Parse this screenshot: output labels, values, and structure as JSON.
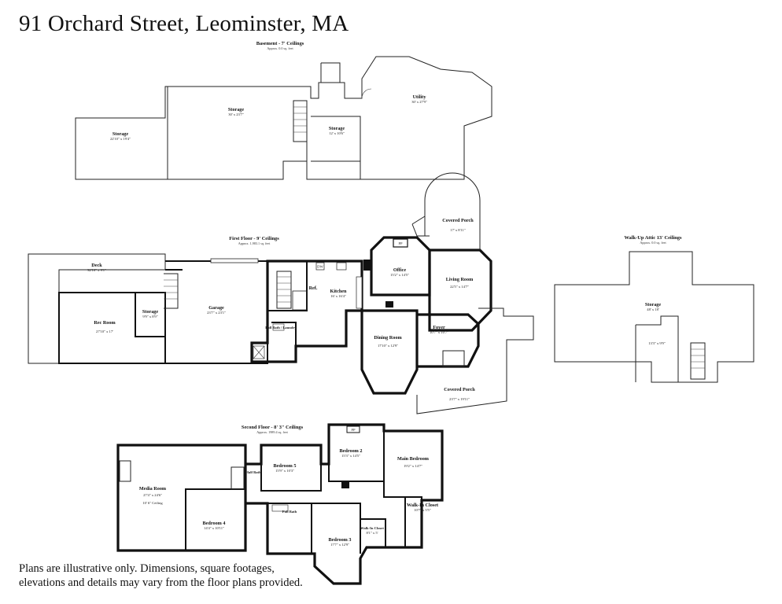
{
  "title": "91 Orchard Street, Leominster, MA",
  "disclaimer": "Plans are illustrative only. Dimensions, square footages, elevations and details may vary from the floor plans provided.",
  "floors": {
    "basement": {
      "heading": "Basement - 7' Ceilings",
      "area": "Approx. 0.0 sq. feet",
      "rooms": [
        {
          "name": "Storage",
          "dims": "22'10\" x 19'4\""
        },
        {
          "name": "Storage",
          "dims": "30' x 23'7\""
        },
        {
          "name": "Storage",
          "dims": "12' x 10'6\""
        },
        {
          "name": "Utility",
          "dims": "30' x 27'9\""
        }
      ]
    },
    "first": {
      "heading": "First Floor - 9' Ceilings",
      "area": "Approx. 1,983.1 sq. feet",
      "rooms": [
        {
          "name": "Deck",
          "dims": "32'10\" x 9'1\""
        },
        {
          "name": "Rec Room",
          "dims": "27'10\" x 17'"
        },
        {
          "name": "Storage",
          "dims": "9'9\" x 8'9\""
        },
        {
          "name": "Garage",
          "dims": "23'7\" x 23'1\""
        },
        {
          "name": "Ref.",
          "dims": ""
        },
        {
          "name": "Kitchen",
          "dims": "16' x 16'4\""
        },
        {
          "name": "Full Bath / Laundry",
          "dims": ""
        },
        {
          "name": "Office",
          "dims": "15'2\" x 14'5\""
        },
        {
          "name": "Living Room",
          "dims": "22'5\" x 14'7\""
        },
        {
          "name": "Dining Room",
          "dims": "17'10\" x 12'9\""
        },
        {
          "name": "Foyer",
          "dims": "10'7\" x 10'7\""
        },
        {
          "name": "Covered Porch",
          "dims": "17' x 8'11\""
        },
        {
          "name": "Covered Porch",
          "dims": "23'7\" x 19'11\""
        }
      ],
      "labels": {
        "fp": "FP",
        "dw": "DW"
      }
    },
    "attic": {
      "heading": "Walk-Up Attic 13' Ceilings",
      "area": "Approx. 0.0 sq. feet",
      "rooms": [
        {
          "name": "Storage",
          "dims": "48' x 18'"
        },
        {
          "name": "",
          "dims": "13'3\" x 9'9\""
        }
      ]
    },
    "second": {
      "heading": "Second Floor - 8' 3\" Ceilings",
      "area": "Approx. 1989.4 sq. feet",
      "rooms": [
        {
          "name": "Media Room",
          "dims": "27'4\" x 24'6\"",
          "note": "10' 6\" Ceiling"
        },
        {
          "name": "Half Bath",
          "dims": ""
        },
        {
          "name": "Bedroom 5",
          "dims": "15'9\" x 10'3\""
        },
        {
          "name": "Bedroom 4",
          "dims": "14'4\" x 10'11\""
        },
        {
          "name": "Bedroom 2",
          "dims": "15'3\" x 14'5\""
        },
        {
          "name": "Main Bedroom",
          "dims": "19'2\" x 14'7\""
        },
        {
          "name": "Full Bath",
          "dims": ""
        },
        {
          "name": "Walk-In Closet",
          "dims": "8'1\" x 5'"
        },
        {
          "name": "Walk-In Closet",
          "dims": "10'7\" x 5'5\""
        },
        {
          "name": "Bedroom 3",
          "dims": "17'7\" x 12'9\""
        }
      ],
      "labels": {
        "fp": "FP"
      }
    }
  }
}
